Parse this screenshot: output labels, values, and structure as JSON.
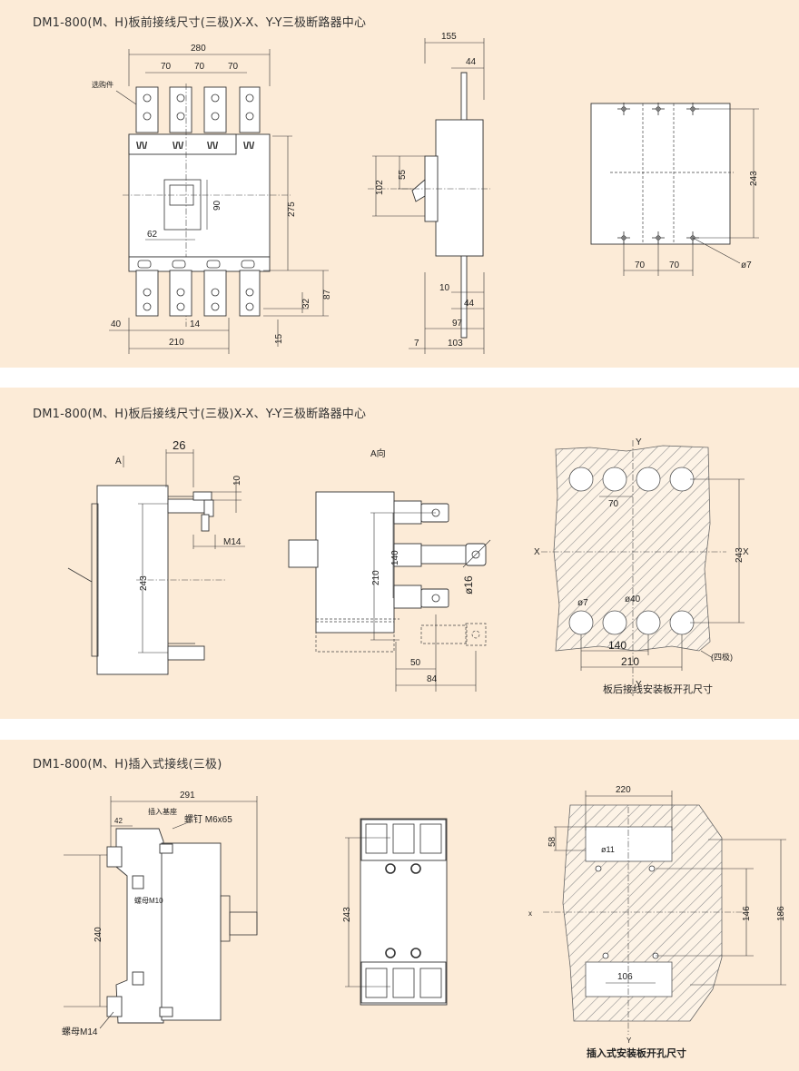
{
  "sections": [
    {
      "title": "DM1-800(M、H)板前接线尺寸(三极)X-X、Y-Y三极断路器中心"
    },
    {
      "title": "DM1-800(M、H)板后接线尺寸(三极)X-X、Y-Y三极断路器中心"
    },
    {
      "title": "DM1-800(M、H)插入式接线(三极)"
    }
  ],
  "front_wiring": {
    "front_view": {
      "part_label": "选购件",
      "dims": [
        "280",
        "70",
        "70",
        "70",
        "90",
        "62",
        "275",
        "32",
        "87",
        "40",
        "14",
        "210",
        "15"
      ]
    },
    "side_view": {
      "dims": [
        "155",
        "44",
        "55",
        "102",
        "10",
        "44",
        "97",
        "7",
        "103"
      ]
    },
    "hole_pattern": {
      "dims": [
        "243",
        "70",
        "70",
        "ø7"
      ]
    }
  },
  "rear_wiring": {
    "side_view": {
      "dims": [
        "26",
        "10",
        "243",
        "M14"
      ],
      "view_arrow": "A"
    },
    "view_a": {
      "label": "A向",
      "dims": [
        "210",
        "140",
        "ø16",
        "50",
        "84"
      ]
    },
    "cutout": {
      "dims": [
        "70",
        "243",
        "ø7",
        "ø40",
        "140",
        "210"
      ],
      "axis_x": "X",
      "axis_y": "Y",
      "note": "(四极)",
      "caption": "板后接线安装板开孔尺寸"
    }
  },
  "plugin_wiring": {
    "side_view": {
      "dims": [
        "291",
        "42",
        "240"
      ],
      "labels": {
        "base": "插入基座",
        "screw": "螺钉 M6x65",
        "nut_m10": "螺母M10",
        "nut_m14": "螺母M14"
      }
    },
    "front_view": {
      "dims": [
        "243"
      ]
    },
    "cutout": {
      "dims": [
        "220",
        "58",
        "ø11",
        "146",
        "186",
        "106"
      ],
      "axis_x": "x",
      "axis_y": "Y",
      "caption": "插入式安装板开孔尺寸"
    }
  }
}
